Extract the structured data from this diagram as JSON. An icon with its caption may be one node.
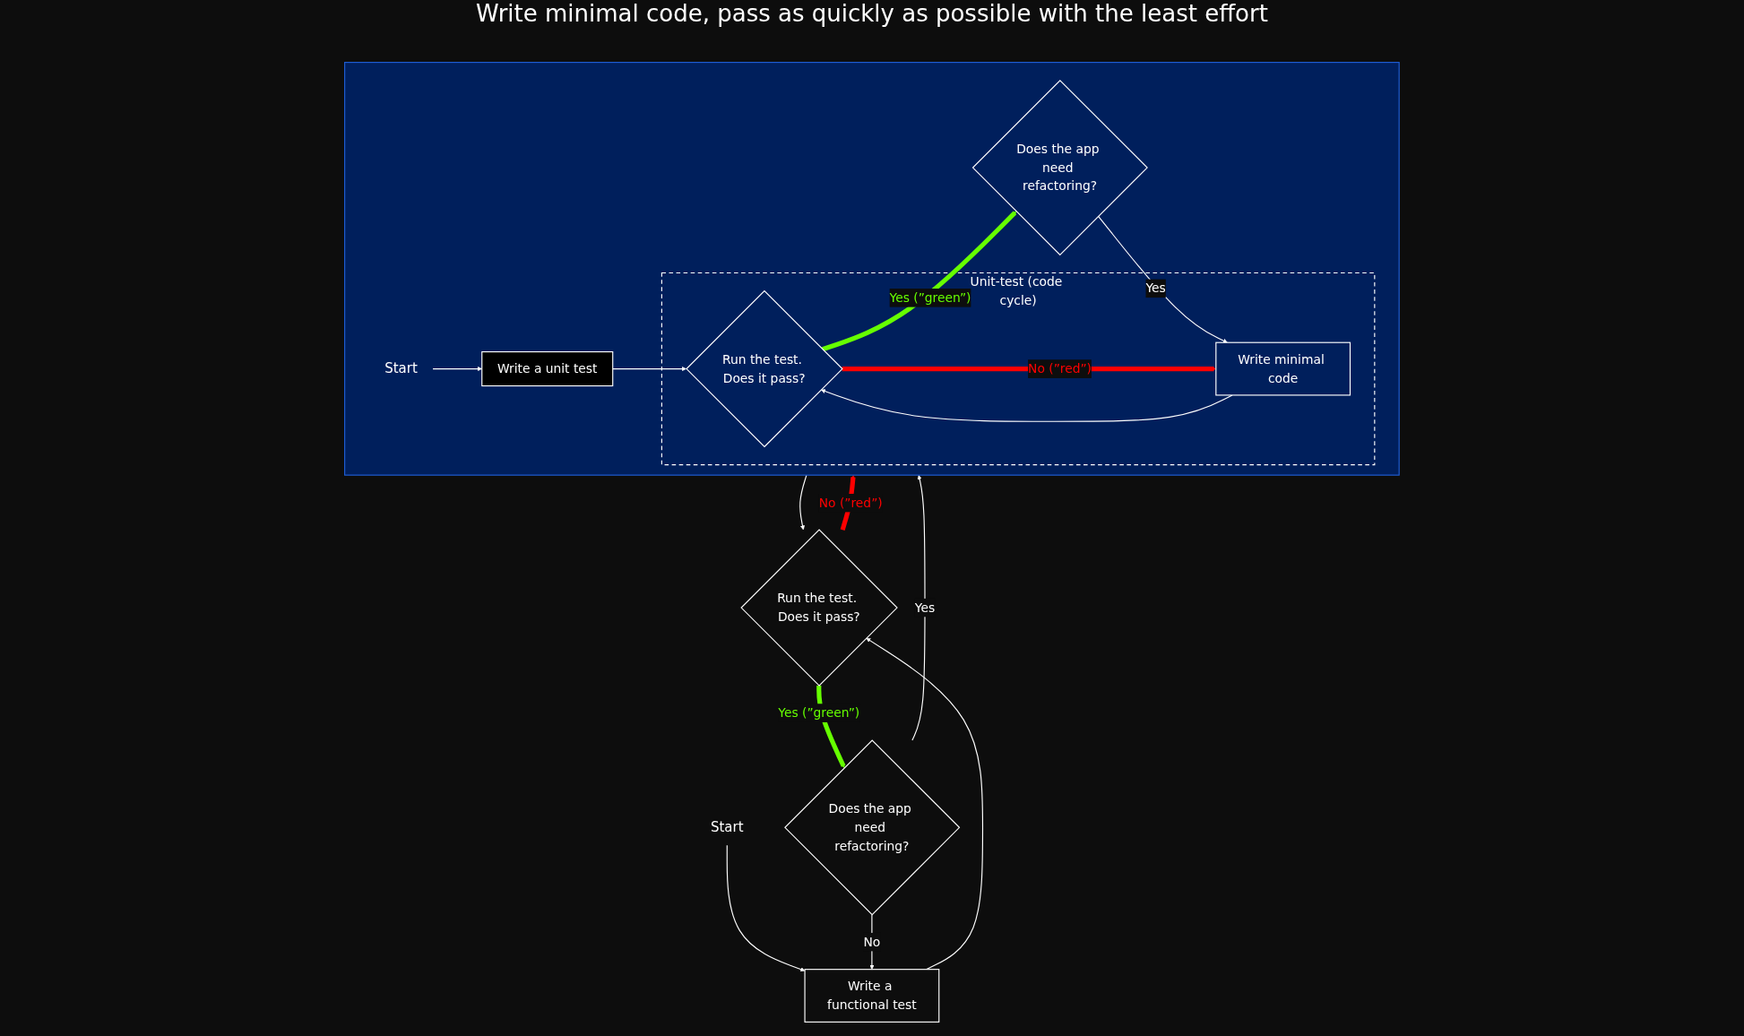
{
  "diagram": {
    "nodes": [
      {
        "text": [
          "Start"
        ]
      },
      {
        "text": [
          "Write a functional test"
        ]
      },
      {
        "text": [
          "Run the test. Does it pass?"
        ]
      },
      {
        "text": [
          "Does the app need refactoring?"
        ]
      },
      {
        "text": [],
        "shape": "box"
      },
      {
        "text": [
          "Start"
        ],
        "in": 4
      },
      {
        "text": [
          "Write a unit test"
        ],
        "in": 4
      },
      {
        "text": [
          "Unit-test (code cycle)"
        ],
        "in": 4
      },
      {
        "text": [
          "Run the test. Does it pass?"
        ],
        "in": 7
      },
      {
        "text": [
          "Write minimal code"
        ],
        "in": 7
      },
      {
        "text": [
          "Does the app need refactoring?"
        ],
        "in": 4
      }
    ],
    "edges": [
      {
        "from": 0,
        "to": 1,
        "arrow": "to"
      },
      {
        "from": 1,
        "to": 2,
        "arrow": "to"
      },
      {
        "from": 2,
        "to": 3,
        "arrow": "to",
        "label": "Yes (”green”)",
        "style": "thick",
        "color": "#66ff00"
      },
      {
        "from": 3,
        "to": 1,
        "arrow": "to",
        "label": "No"
      },
      {
        "from": 2,
        "to": 4,
        "arrow": "to",
        "label": "No (”red”)",
        "style": "thick",
        "color": "#ff0000"
      },
      {
        "from": 4,
        "to": 2,
        "arrow": "to"
      },
      {
        "from": 3,
        "to": 4,
        "arrow": "to",
        "label": "Yes"
      },
      {
        "from": 5,
        "to": 6,
        "arrow": "to"
      },
      {
        "from": 6,
        "to": 8,
        "arrow": "to"
      },
      {
        "from": 8,
        "to": 10,
        "arrow": "to",
        "label": "Yes (”green”)",
        "style": "thick",
        "color": "#66ff00"
      },
      {
        "from": 8,
        "to": 9,
        "arrow": "to",
        "label": "No (”red”)",
        "style": "thick",
        "color": "#ff0000"
      },
      {
        "from": 9,
        "to": 8,
        "arrow": "to"
      },
      {
        "from": 10,
        "to": 9,
        "arrow": "to",
        "label": "Yes"
      }
    ],
    "labels": [
      "Write minimal code, pass as quickly as possible with the least effort"
    ]
  }
}
